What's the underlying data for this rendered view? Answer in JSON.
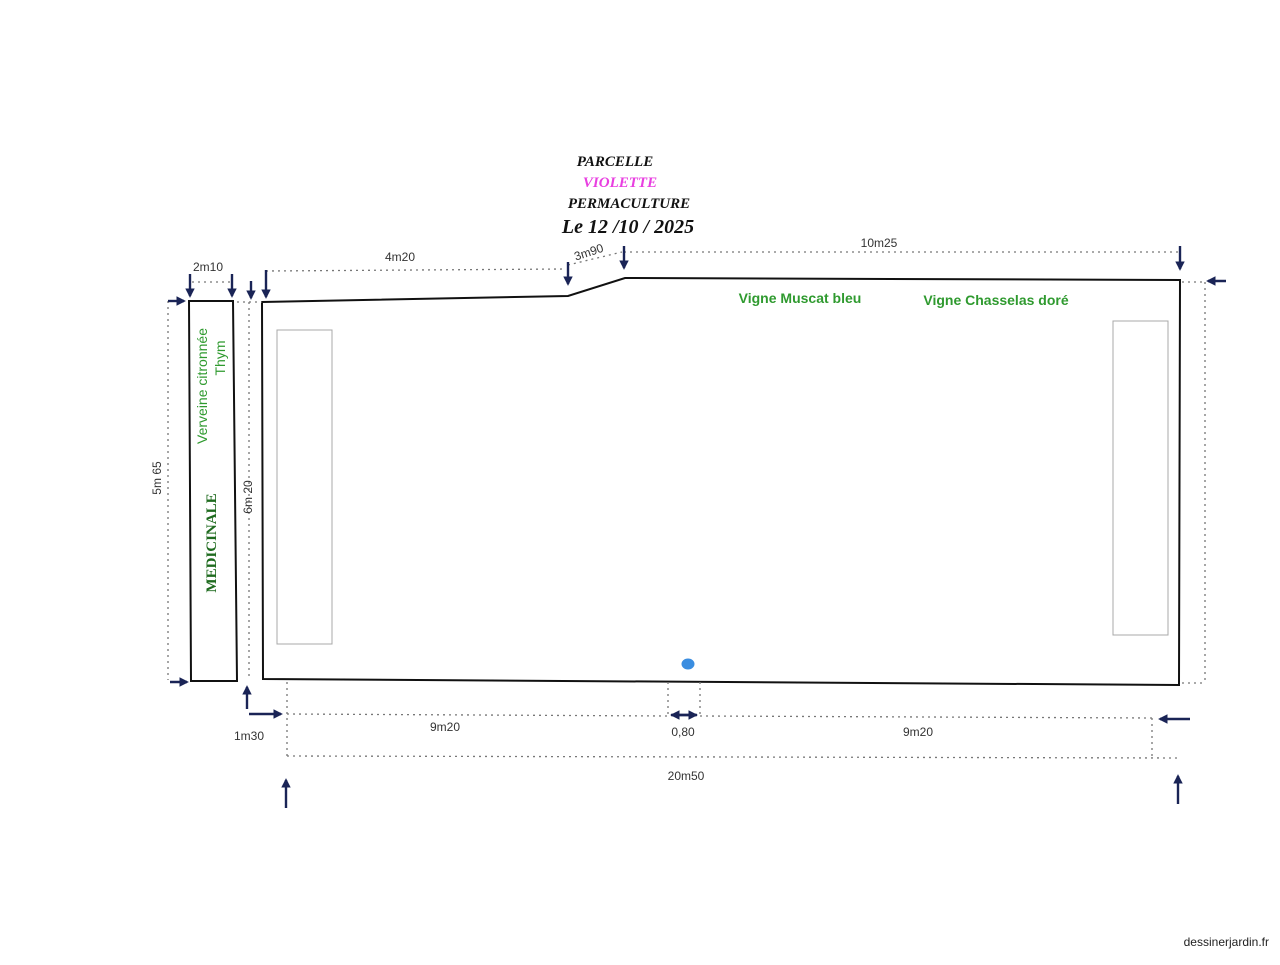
{
  "title": {
    "line1": "PARCELLE",
    "line2": "VIOLETTE",
    "line3": "PERMACULTURE",
    "line4": "Le 12 /10 / 2025"
  },
  "labels": {
    "vigne_muscat": "Vigne Muscat bleu",
    "vigne_chasselas": "Vigne Chasselas doré",
    "verveine": "Verveine citronnée",
    "thym": "Thym",
    "medicinale": "MEDICINALE"
  },
  "dimensions": {
    "top_left": "2m10",
    "top_a": "4m20",
    "top_b": "3m90",
    "top_c": "10m25",
    "left_height": "5m 65",
    "inner_height": "6m 20",
    "bottom_left": "1m30",
    "bottom_a": "9m20",
    "bottom_gap": "0,80",
    "bottom_b": "9m20",
    "total": "20m50"
  },
  "colors": {
    "title_text": "#111111",
    "violette": "#e83fe0",
    "plant_text": "#2f9a2f",
    "medicinale_text": "#1f6b1f",
    "arrow": "#1a2456",
    "marker": "#3a8de0"
  },
  "credit": "dessinerjardin.fr"
}
